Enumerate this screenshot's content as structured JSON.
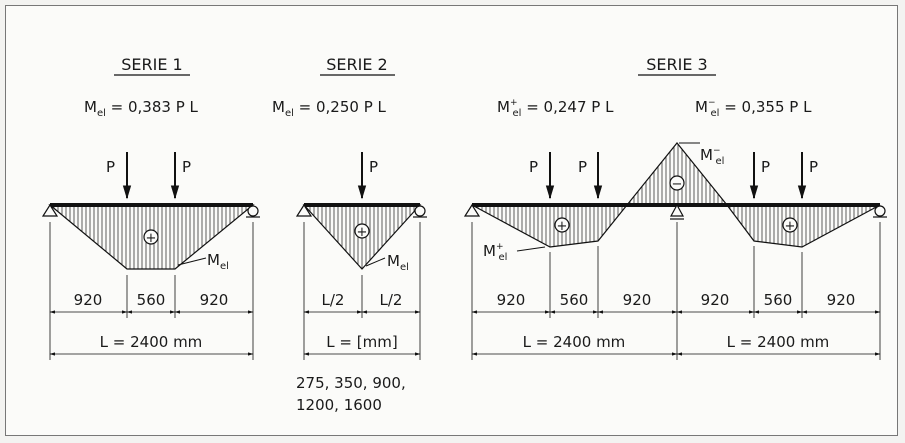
{
  "series": [
    {
      "title": "SERIE 1",
      "formula": {
        "M": "M",
        "sub": "el",
        "text": " = 0,383 P L"
      },
      "loads": [
        "P",
        "P"
      ],
      "sign": "+",
      "moment_label": {
        "M": "M",
        "sub": "el"
      },
      "dims": [
        "920",
        "560",
        "920"
      ],
      "total": "L = 2400 mm"
    },
    {
      "title": "SERIE 2",
      "formula": {
        "M": "M",
        "sub": "el",
        "text": " = 0,250 P L"
      },
      "loads": [
        "P"
      ],
      "sign": "+",
      "moment_label": {
        "M": "M",
        "sub": "el"
      },
      "dims": [
        "L/2",
        "L/2"
      ],
      "total": "L = [mm]",
      "lengths": [
        "275, 350, 900,",
        "1200, 1600"
      ]
    },
    {
      "title": "SERIE 3",
      "formula_pos": {
        "M": "M",
        "sup": "+",
        "sub": "el",
        "text": " = 0,247 P L"
      },
      "formula_neg": {
        "M": "M",
        "sup": "−",
        "sub": "el",
        "text": " = 0,355 P L"
      },
      "loads": [
        "P",
        "P",
        "P",
        "P"
      ],
      "signs": [
        "+",
        "−",
        "+"
      ],
      "moment_pos": {
        "M": "M",
        "sup": "+",
        "sub": "el"
      },
      "moment_neg": {
        "M": "M",
        "sup": "−",
        "sub": "el"
      },
      "dims": [
        "920",
        "560",
        "920",
        "920",
        "560",
        "920"
      ],
      "totals": [
        "L = 2400 mm",
        "L = 2400 mm"
      ]
    }
  ]
}
